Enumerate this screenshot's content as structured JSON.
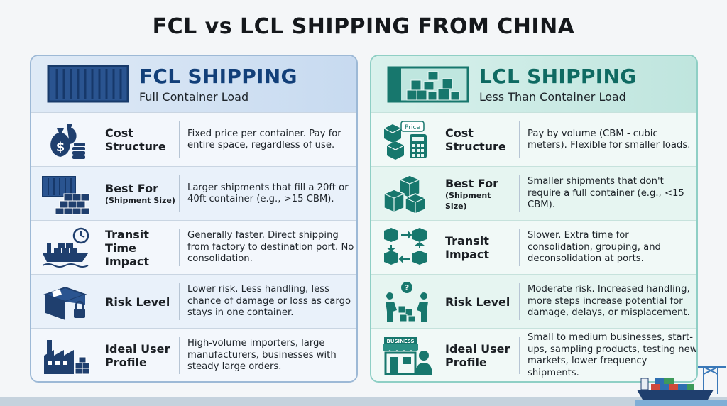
{
  "title": "FCL vs LCL SHIPPING FROM CHINA",
  "fcl": {
    "title": "FCL SHIPPING",
    "subtitle": "Full Container Load",
    "rows": [
      {
        "label": "Cost Structure",
        "desc": "Fixed price per container. Pay for entire space, regardless of use."
      },
      {
        "label": "Best For",
        "label_small": "(Shipment Size)",
        "desc": "Larger shipments that fill a 20ft or 40ft container (e.g., >15 CBM)."
      },
      {
        "label": "Transit Time Impact",
        "desc": "Generally faster. Direct shipping from factory to destination port. No consolidation."
      },
      {
        "label": "Risk Level",
        "desc": "Lower risk. Less handling, less chance of damage or loss as cargo stays in one container."
      },
      {
        "label": "Ideal User Profile",
        "desc": "High-volume importers, large manufacturers, businesses with steady large orders."
      }
    ]
  },
  "lcl": {
    "title": "LCL SHIPPING",
    "subtitle": "Less Than Container Load",
    "price_tag": "Price",
    "business_sign": "BUSINESS",
    "rows": [
      {
        "label": "Cost Structure",
        "desc": "Pay by volume (CBM - cubic meters). Flexible for smaller loads."
      },
      {
        "label": "Best For",
        "label_small": "(Shipment Size)",
        "desc": "Smaller shipments that don't require a full container (e.g., <15 CBM)."
      },
      {
        "label": "Transit Impact",
        "desc": "Slower. Extra time for consolidation, grouping, and deconsolidation at ports."
      },
      {
        "label": "Risk Level",
        "desc": "Moderate risk. Increased handling, more steps increase potential for damage, delays, or misplacement."
      },
      {
        "label": "Ideal User Profile",
        "desc": "Small to medium businesses, start-ups, sampling products, testing new markets, lower frequency shipments."
      }
    ]
  },
  "colors": {
    "fcl_accent": "#123f79",
    "lcl_accent": "#0f6a62",
    "icon_navy": "#1f3f6e",
    "icon_teal": "#17776d"
  }
}
